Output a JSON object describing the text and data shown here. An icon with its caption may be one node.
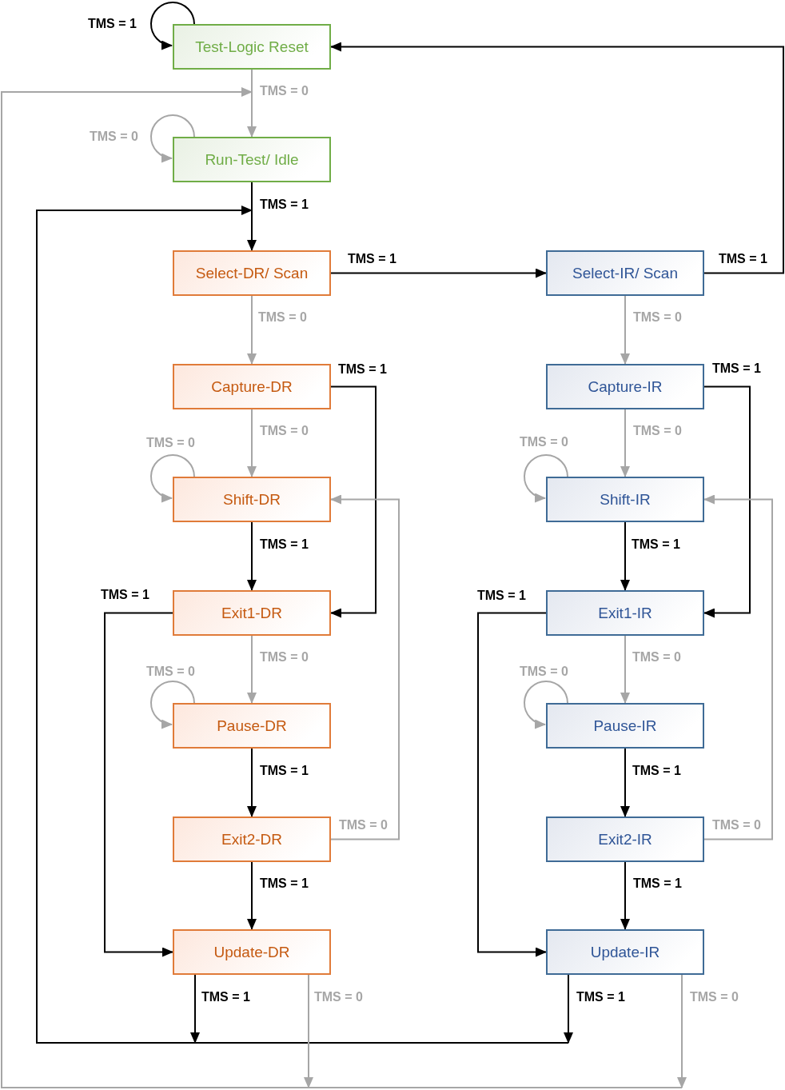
{
  "diagram": {
    "nodes": [
      {
        "text": [
          "Test-Logic Reset"
        ]
      },
      {
        "text": [
          "Run-Test/ Idle"
        ]
      },
      {
        "text": [
          "Select-DR/ Scan"
        ]
      },
      {
        "text": [
          "Capture-DR"
        ]
      },
      {
        "text": [
          "Shift-DR"
        ]
      },
      {
        "text": [
          "Exit1-DR"
        ]
      },
      {
        "text": [
          "Pause-DR"
        ]
      },
      {
        "text": [
          "Exit2-DR"
        ]
      },
      {
        "text": [
          "Update-DR"
        ]
      },
      {
        "text": [
          "Select-IR/ Scan"
        ]
      },
      {
        "text": [
          "Capture-IR"
        ]
      },
      {
        "text": [
          "Shift-IR"
        ]
      },
      {
        "text": [
          "Exit1-IR"
        ]
      },
      {
        "text": [
          "Pause-IR"
        ]
      },
      {
        "text": [
          "Exit2-IR"
        ]
      },
      {
        "text": [
          "Update-IR"
        ]
      }
    ],
    "edges": [
      {
        "from": 0,
        "to": 0,
        "label": "TMS = 1",
        "arrow": "to"
      },
      {
        "from": 0,
        "to": 1,
        "label": "TMS = 0",
        "arrow": "to",
        "color": "#a6a6a6"
      },
      {
        "from": 1,
        "to": 1,
        "label": "TMS = 0",
        "arrow": "to",
        "color": "#a6a6a6"
      },
      {
        "from": 1,
        "to": 2,
        "label": "TMS = 1",
        "arrow": "to"
      },
      {
        "from": 2,
        "to": 9,
        "label": "TMS = 1",
        "arrow": "to"
      },
      {
        "from": 9,
        "to": 0,
        "label": "TMS = 1",
        "arrow": "to"
      },
      {
        "from": 2,
        "to": 3,
        "label": "TMS = 0",
        "arrow": "to",
        "color": "#a6a6a6"
      },
      {
        "from": 9,
        "to": 10,
        "label": "TMS = 0",
        "arrow": "to",
        "color": "#a6a6a6"
      },
      {
        "from": 3,
        "to": 5,
        "label": "TMS = 1",
        "arrow": "to"
      },
      {
        "from": 3,
        "to": 4,
        "label": "TMS = 0",
        "arrow": "to",
        "color": "#a6a6a6"
      },
      {
        "from": 10,
        "to": 12,
        "label": "TMS = 1",
        "arrow": "to"
      },
      {
        "from": 10,
        "to": 11,
        "label": "TMS = 0",
        "arrow": "to",
        "color": "#a6a6a6"
      },
      {
        "from": 4,
        "to": 4,
        "label": "TMS = 0",
        "arrow": "to",
        "color": "#a6a6a6"
      },
      {
        "from": 4,
        "to": 5,
        "label": "TMS = 1",
        "arrow": "to"
      },
      {
        "from": 7,
        "to": 4,
        "label": "TMS = 0",
        "arrow": "to",
        "color": "#a6a6a6"
      },
      {
        "from": 11,
        "to": 11,
        "label": "TMS = 0",
        "arrow": "to",
        "color": "#a6a6a6"
      },
      {
        "from": 11,
        "to": 12,
        "label": "TMS = 1",
        "arrow": "to"
      },
      {
        "from": 14,
        "to": 11,
        "label": "TMS = 0",
        "arrow": "to",
        "color": "#a6a6a6"
      },
      {
        "from": 5,
        "to": 8,
        "label": "TMS = 1",
        "arrow": "to"
      },
      {
        "from": 5,
        "to": 6,
        "label": "TMS = 0",
        "arrow": "to",
        "color": "#a6a6a6"
      },
      {
        "from": 12,
        "to": 15,
        "label": "TMS = 1",
        "arrow": "to"
      },
      {
        "from": 12,
        "to": 13,
        "label": "TMS = 0",
        "arrow": "to",
        "color": "#a6a6a6"
      },
      {
        "from": 6,
        "to": 6,
        "label": "TMS = 0",
        "arrow": "to",
        "color": "#a6a6a6"
      },
      {
        "from": 6,
        "to": 7,
        "label": "TMS = 1",
        "arrow": "to"
      },
      {
        "from": 13,
        "to": 13,
        "label": "TMS = 0",
        "arrow": "to",
        "color": "#a6a6a6"
      },
      {
        "from": 13,
        "to": 14,
        "label": "TMS = 1",
        "arrow": "to"
      },
      {
        "from": 7,
        "to": 8,
        "label": "TMS = 1",
        "arrow": "to"
      },
      {
        "from": 14,
        "to": 15,
        "label": "TMS = 1",
        "arrow": "to"
      },
      {
        "from": 8,
        "to": 2,
        "label": "TMS = 1",
        "arrow": "to"
      },
      {
        "from": 8,
        "to": 1,
        "label": "TMS = 0",
        "arrow": "to",
        "color": "#a6a6a6"
      },
      {
        "from": 15,
        "to": 2,
        "label": "TMS = 1",
        "arrow": "to"
      },
      {
        "from": 15,
        "to": 1,
        "label": "TMS = 0",
        "arrow": "to",
        "color": "#a6a6a6"
      }
    ]
  }
}
